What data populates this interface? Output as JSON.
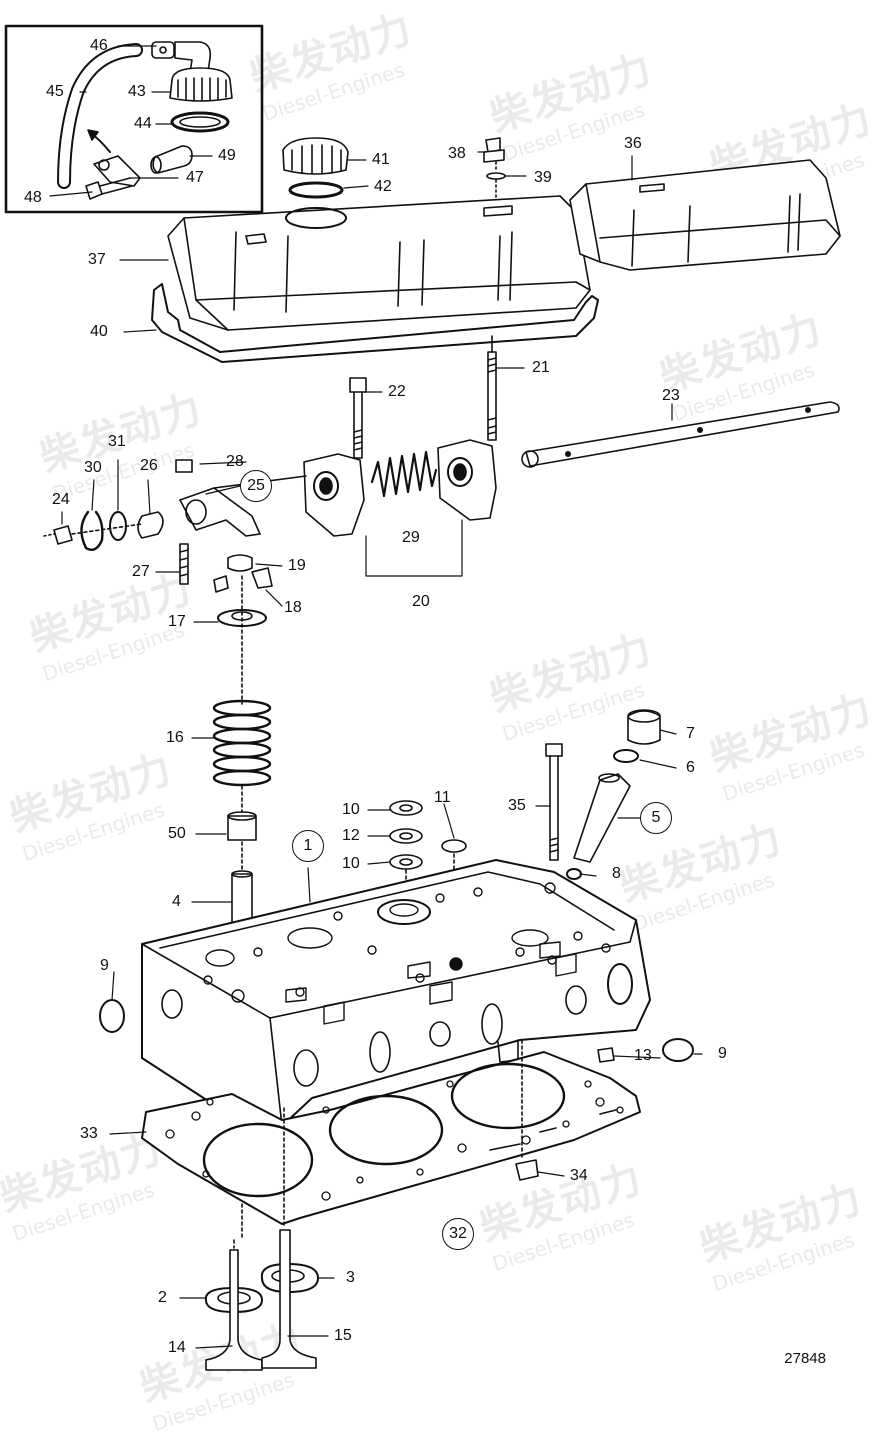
{
  "watermark": {
    "cn": "柴发动力",
    "en": "Diesel-Engines"
  },
  "drawing_number": "27848",
  "callouts": {
    "c1": "1",
    "c2": "2",
    "c3": "3",
    "c4": "4",
    "c5": "5",
    "c6": "6",
    "c7": "7",
    "c8": "8",
    "c9a": "9",
    "c9b": "9",
    "c10a": "10",
    "c10b": "10",
    "c11": "11",
    "c12": "12",
    "c13": "13",
    "c14": "14",
    "c15": "15",
    "c16": "16",
    "c17": "17",
    "c18": "18",
    "c19": "19",
    "c20": "20",
    "c21": "21",
    "c22": "22",
    "c23": "23",
    "c24": "24",
    "c25": "25",
    "c26": "26",
    "c27": "27",
    "c28": "28",
    "c29": "29",
    "c30": "30",
    "c31": "31",
    "c32": "32",
    "c33": "33",
    "c34": "34",
    "c35": "35",
    "c36": "36",
    "c37": "37",
    "c38": "38",
    "c39": "39",
    "c40": "40",
    "c41": "41",
    "c42": "42",
    "c43": "43",
    "c44": "44",
    "c45": "45",
    "c46": "46",
    "c47": "47",
    "c48": "48",
    "c49": "49",
    "c50": "50"
  }
}
